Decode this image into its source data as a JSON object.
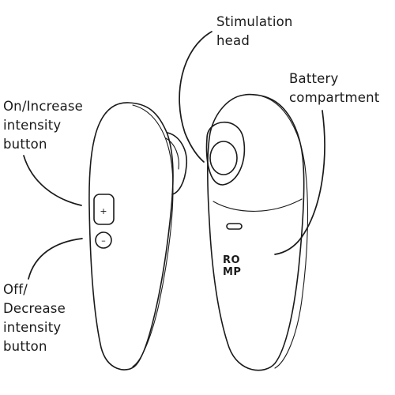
{
  "labels": {
    "stimulation_head": [
      "Stimulation",
      "head"
    ],
    "battery_compartment": [
      "Battery",
      "compartment"
    ],
    "on_increase": [
      "On/Increase",
      "intensity",
      "button"
    ],
    "off_decrease": [
      "Off/",
      "Decrease",
      "intensity",
      "button"
    ]
  },
  "brand": {
    "line1": "RO",
    "line2": "MP"
  },
  "buttons": {
    "plus_glyph": "+",
    "minus_glyph": "–"
  },
  "colors": {
    "stroke": "#1a1a1a",
    "background": "#ffffff"
  }
}
